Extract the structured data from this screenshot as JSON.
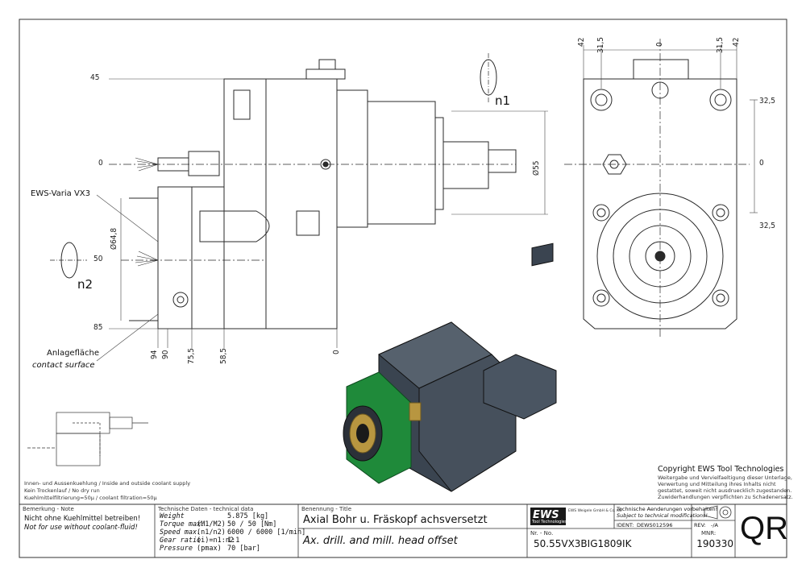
{
  "drawing": {
    "axes": {
      "n1": "n1",
      "n2": "n2"
    },
    "left_dims": {
      "y45": "45",
      "y0": "0",
      "y50": "50",
      "y85": "85"
    },
    "bottom_dims": [
      "94",
      "90",
      "75,5",
      "58,5",
      "0"
    ],
    "dia_small": "Ø55",
    "dia_big": "Ø64,8",
    "top_dims": [
      "42",
      "31,5",
      "0",
      "31,5",
      "42"
    ],
    "right_dims": {
      "upper": "32,5",
      "zero": "0",
      "lower": "32,5"
    },
    "labels": {
      "ews_varia": "EWS-Varia VX3",
      "contact_de": "Anlagefläche",
      "contact_en": "contact surface"
    }
  },
  "coolant_notes": [
    "Innen- und Aussenkuehlung / Inside and outside coolant supply",
    "Kein Trockenlauf / No dry run",
    "Kuehlmittelfiltrierung=50µ / coolant filtration=50µ"
  ],
  "copyright": {
    "title": "Copyright EWS Tool Technologies",
    "lines": [
      "Weitergabe und Vervielfaeltigung dieser Unterlage,",
      "Verwertung und Mitteilung ihres Inhalts nicht",
      "gestattet, soweit nicht ausdruecklich zugestanden.",
      "Zuwiderhandlungen verpflichten zu Schadenersatz."
    ]
  },
  "title_block": {
    "note": {
      "label": "Bemerkung - Note",
      "de": "Nicht ohne Kuehlmittel betreiben!",
      "en": "Not for use without coolant-fluid!"
    },
    "tech": {
      "label": "Technische Daten - technical data",
      "rows": [
        {
          "name": "Weight",
          "sym": "",
          "val": "5.875 [kg]"
        },
        {
          "name": "Torque max.",
          "sym": "(M1/M2)",
          "val": "50 / 50 [Nm]"
        },
        {
          "name": "Speed max.",
          "sym": "(n1/n2)",
          "val": "6000 / 6000 [1/min]"
        },
        {
          "name": "Gear ratio",
          "sym": "(i)=n1:n2",
          "val": "1:1"
        },
        {
          "name": "Pressure",
          "sym": "(pmax)",
          "val": "70 [bar]"
        }
      ]
    },
    "title": {
      "label": "Benennung - Title",
      "de": "Axial Bohr u. Fräskopf achsversetzt",
      "en": "Ax. drill. and mill. head offset"
    },
    "company": {
      "logo": "EWS",
      "logo_sub": "Tool Technologies",
      "addr": "EWS Weigele GmbH & Co. KG",
      "changes_de": "Technische Aenderungen vorbehalten!",
      "changes_en": "Subject to technical modifications!",
      "ident_label": "IDENT:",
      "ident": "DEWS012596",
      "rev_label": "REV:",
      "rev": "-/A"
    },
    "part": {
      "nr_label": "Nr. - No.",
      "nr": "50.55VX3BIG1809IK",
      "mnr_label": "MNR:",
      "mnr": "190330"
    },
    "qr": "QR"
  },
  "colors": {
    "line": "#2a2a2a",
    "body_dark": "#3a4450",
    "body_mid": "#56616d",
    "green": "#1f8a3a",
    "brass": "#b89640",
    "accent": "#1a1a1a"
  }
}
